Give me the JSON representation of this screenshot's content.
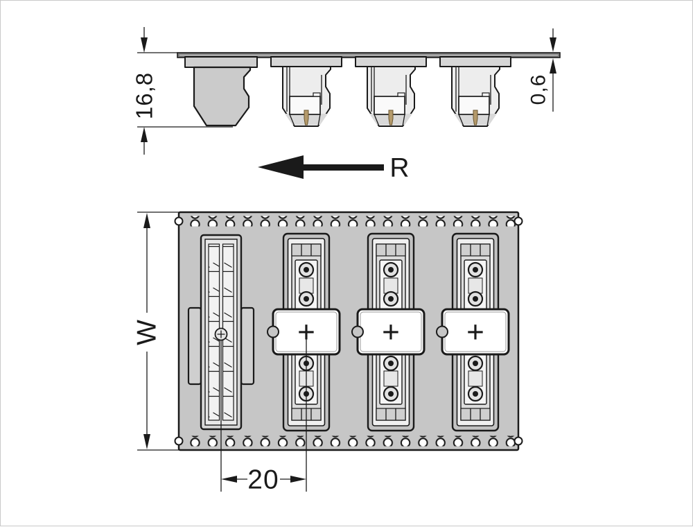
{
  "colors": {
    "line": "#1a1a1a",
    "tape_gray": "#c6c6c6",
    "part_mid_gray": "#d2d2d2",
    "part_light_gray": "#e9e9e9",
    "white": "#ffffff",
    "pin_gold": "#b49a6b",
    "frame_border": "#c9c9c9"
  },
  "side_view": {
    "height_dim_label": "16,8",
    "tape_thickness_dim_label": "0,6"
  },
  "reel_direction": {
    "label": "R"
  },
  "top_view": {
    "tape_width_dim_label": "W",
    "pitch_dim_label": "20",
    "cover_mark": "+"
  }
}
